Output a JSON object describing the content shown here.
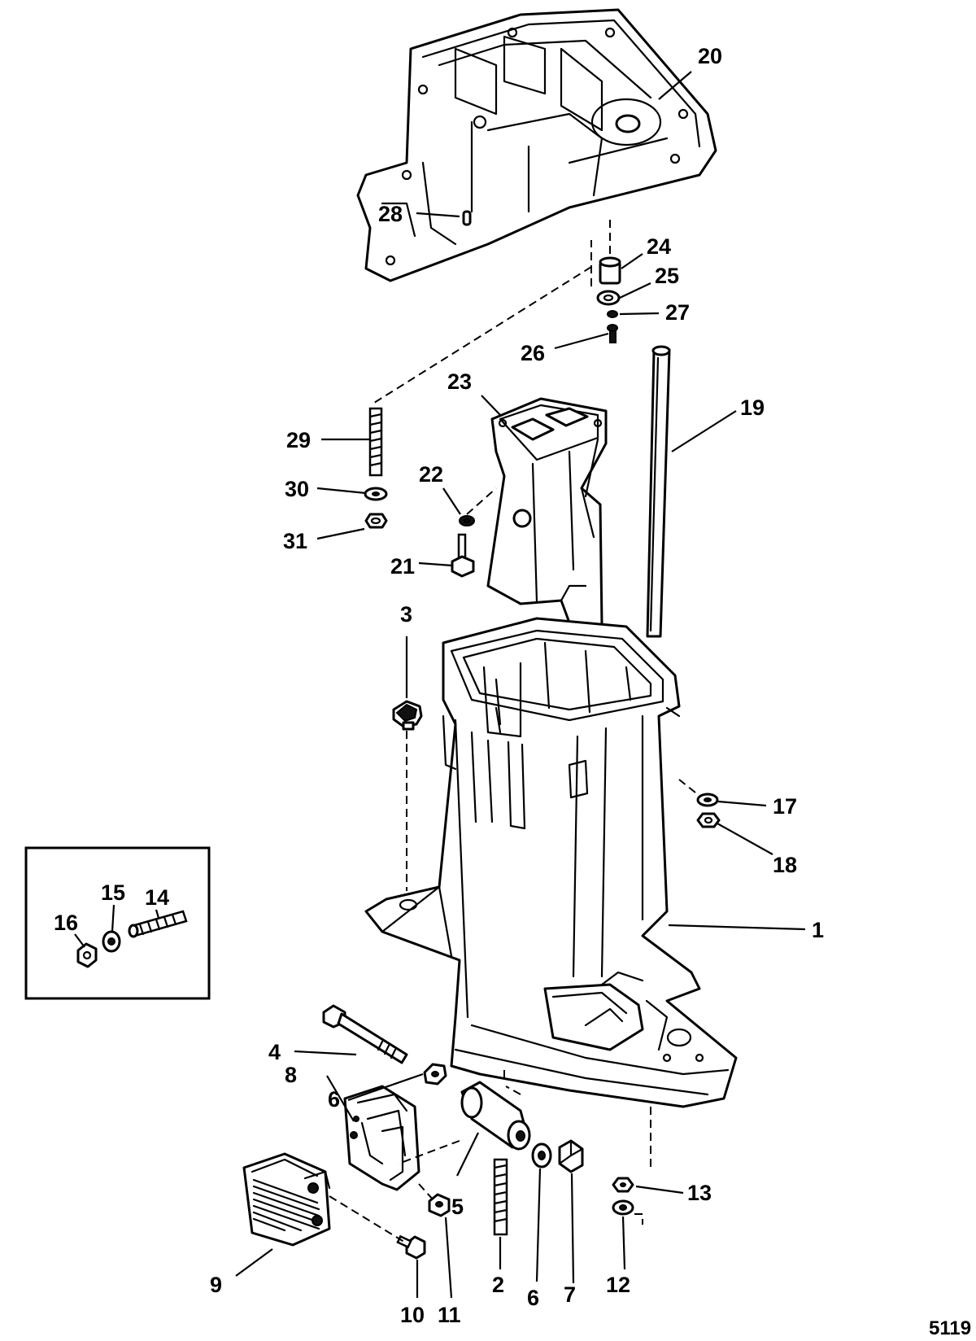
{
  "figure_number": "5119",
  "callouts": {
    "c1": "1",
    "c2": "2",
    "c3": "3",
    "c4": "4",
    "c5": "5",
    "c6a": "6",
    "c6b": "6",
    "c7": "7",
    "c8": "8",
    "c9": "9",
    "c10": "10",
    "c11": "11",
    "c12": "12",
    "c13": "13",
    "c14": "14",
    "c15": "15",
    "c16": "16",
    "c17": "17",
    "c18": "18",
    "c19": "19",
    "c20": "20",
    "c21": "21",
    "c22": "22",
    "c23": "23",
    "c24": "24",
    "c25": "25",
    "c26": "26",
    "c27": "27",
    "c28": "28",
    "c29": "29",
    "c30": "30",
    "c31": "31"
  }
}
